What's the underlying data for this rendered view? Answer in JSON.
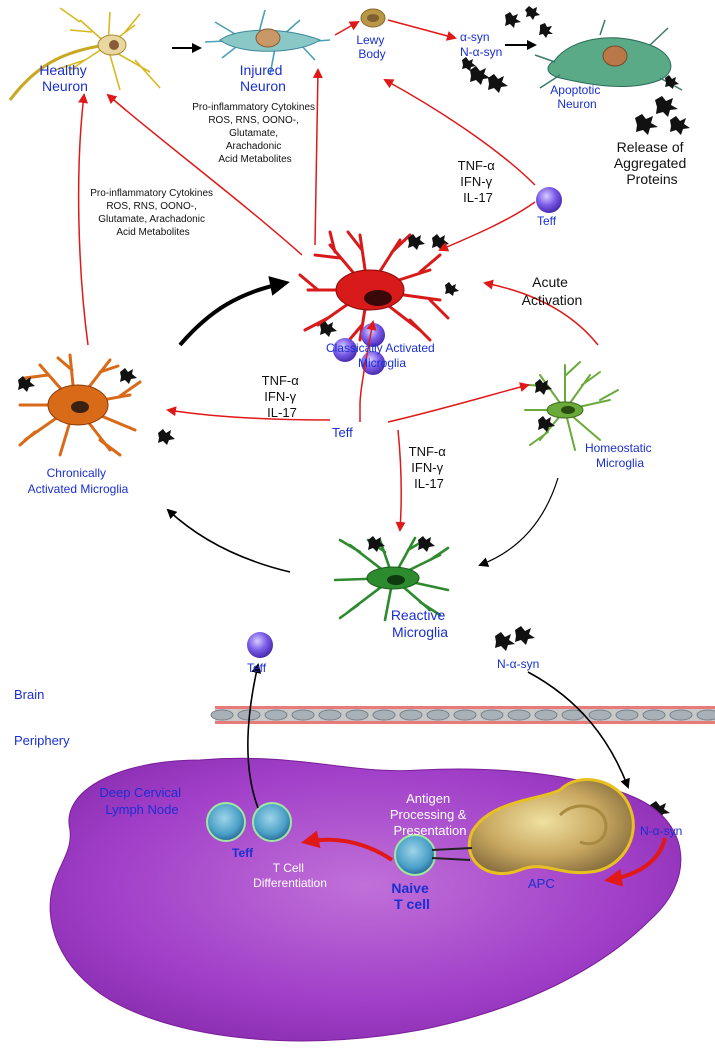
{
  "labels": {
    "healthy_neuron": [
      "Healthy",
      "Neuron"
    ],
    "injured_neuron": [
      "Injured",
      "Neuron"
    ],
    "lewy_body": [
      "Lewy",
      "Body"
    ],
    "asyn": "α-syn",
    "n_asyn": "N-α-syn",
    "apoptotic_neuron": [
      "Apoptotic",
      "Neuron"
    ],
    "release_aggregated": [
      "Release of",
      "Aggregated",
      "Proteins"
    ],
    "cytokines_upper": [
      "Pro-inflammatory Cytokines",
      "ROS, RNS, OONO-,",
      "Glutamate,",
      "Arachadonic",
      "Acid Metabolites"
    ],
    "cytokines_left": [
      "Pro-inflammatory Cytokines",
      "ROS, RNS, OONO-,",
      "Glutamate, Arachadonic",
      "Acid Metabolites"
    ],
    "tnf_top": [
      "TNF-α",
      "IFN-γ",
      "IL-17"
    ],
    "teff_top": "Teff",
    "acute_activation": [
      "Acute",
      "Activation"
    ],
    "classically_activated": [
      "Classically Activated",
      "Microglia"
    ],
    "tnf_left": [
      "TNF-α",
      "IFN-γ",
      "IL-17"
    ],
    "teff_center": "Teff",
    "tnf_right": [
      "TNF-α",
      "IFN-γ",
      "IL-17"
    ],
    "chronically_activated": [
      "Chronically",
      "Activated Microglia"
    ],
    "homeostatic": [
      "Homeostatic",
      "Microglia"
    ],
    "reactive": [
      "Reactive",
      "Microglia"
    ],
    "teff_brain": "Teff",
    "n_asyn_brain": "N-α-syn",
    "brain": "Brain",
    "periphery": "Periphery",
    "lymph_node": [
      "Deep Cervical",
      "Lymph Node"
    ],
    "n_asyn_lymph": "N-α-syn",
    "antigen": [
      "Antigen",
      "Processing &",
      "Presentation"
    ],
    "teff_lymph": "Teff",
    "t_cell_diff": [
      "T Cell",
      "Differentiation"
    ],
    "naive": [
      "Naive",
      "T cell"
    ],
    "apc": "APC"
  },
  "colors": {
    "label_blue": "#1a2fd0",
    "arrow_red": "#e01818",
    "arrow_black": "#000000",
    "lymph_purple": "#a03ec8",
    "teff_purple": "#7a5ce8",
    "microglia_red": "#d81a1a",
    "microglia_orange": "#d86a18",
    "microglia_green": "#2e8a2e"
  }
}
